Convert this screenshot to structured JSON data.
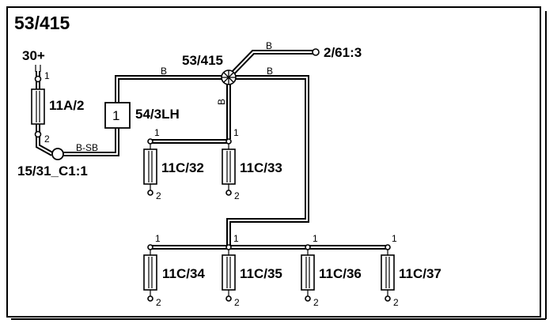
{
  "title": "53/415",
  "splice": {
    "label": "53/415"
  },
  "connectors": {
    "top_right": "2/61:3",
    "ground": "15/31_C1:1",
    "supply": "30+"
  },
  "module": {
    "pin": "1",
    "label": "54/3LH"
  },
  "fuse": {
    "label": "11A/2",
    "pin_top": "1",
    "pin_bottom": "2"
  },
  "wire_colors": {
    "top_right": "B",
    "left": "B",
    "right": "B",
    "vertical": "B",
    "bottom": "B-SB"
  },
  "lamps_top": [
    {
      "label": "11C/32",
      "pin_top": "1",
      "pin_bottom": "2"
    },
    {
      "label": "11C/33",
      "pin_top": "1",
      "pin_bottom": "2"
    }
  ],
  "lamps_bottom": [
    {
      "label": "11C/34",
      "pin_top": "1",
      "pin_bottom": "2"
    },
    {
      "label": "11C/35",
      "pin_top": "1",
      "pin_bottom": "2"
    },
    {
      "label": "11C/36",
      "pin_top": "1",
      "pin_bottom": "2"
    },
    {
      "label": "11C/37",
      "pin_top": "1",
      "pin_bottom": "2"
    }
  ]
}
